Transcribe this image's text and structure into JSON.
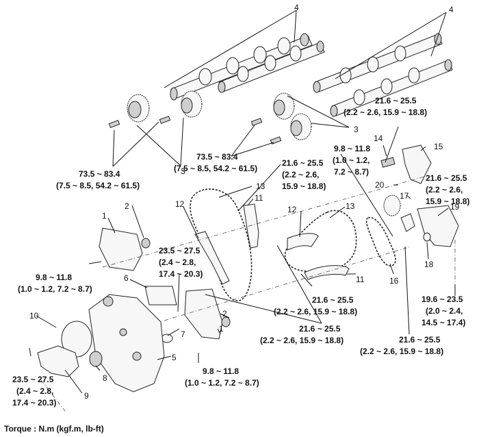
{
  "part_numbers": {
    "cam_left_label": "4",
    "cam_right_label": "4",
    "sprocket_left_label": "3",
    "sprocket_right_label": "3",
    "front_cover_label": "1",
    "front_cover_lower_label": "1",
    "seal_label": "2",
    "seal_lower_label": "2",
    "gasket_label": "6",
    "oring_label": "7",
    "oil_seal_label": "8",
    "water_pump_label": "9",
    "pump_gasket_label": "10",
    "guide_left_label": "11",
    "guide_right_label": "11",
    "tensioner_arm_left_label": "12",
    "tensioner_arm_right_label": "12",
    "chain_left_label": "13",
    "chain_right_label": "13",
    "auto_tensioner_label": "14",
    "bracket_label": "15",
    "chain_small_label": "16",
    "tensioner_small_label": "17",
    "plug_label": "18",
    "oil_pump_label": "19",
    "sprocket_small_label": "20",
    "timing_case_label": "5"
  },
  "torques": {
    "t_left_sprocket_1": "73.5 ~ 83.4",
    "t_left_sprocket_2": "(7.5 ~ 8.5, 54.2 ~ 61.5)",
    "t_right_sprocket_1": "73.5 ~ 83.4",
    "t_right_sprocket_2": "(7.5 ~ 8.5, 54.2 ~ 61.5)",
    "t_bracket_1": "21.6 ~ 25.5",
    "t_bracket_2": "(2.2 ~ 2.6, 15.9 ~ 18.8)",
    "t_tensioner_1": "9.8 ~ 11.8",
    "t_tensioner_2": "(1.0 ~ 1.2,",
    "t_tensioner_3": "7.2 ~ 8.7)",
    "t_guide_top_1": "21.6 ~ 25.5",
    "t_guide_top_2": "(2.2 ~ 2.6,",
    "t_guide_top_3": "15.9 ~ 18.8)",
    "t_bolt_right_1": "21.6 ~ 25.5",
    "t_bolt_right_2": "(2.2 ~ 2.6,",
    "t_bolt_right_3": "15.9 ~ 18.8)",
    "t_cover_mid_1": "23.5 ~ 27.5",
    "t_cover_mid_2": "(2.4 ~ 2.8,",
    "t_cover_mid_3": "17.4 ~ 20.3)",
    "t_cover_left_1": "9.8 ~ 11.8",
    "t_cover_left_2": "(1.0 ~ 1.2, 7.2 ~ 8.7)",
    "t_guide_11_1": "21.6 ~ 25.5",
    "t_guide_11_2": "(2.2 ~ 2.6, 15.9 ~ 18.8)",
    "t_center_1": "21.6 ~ 25.5",
    "t_center_2": "(2.2 ~ 2.6, 15.9 ~ 18.8)",
    "t_lower_right_1": "21.6 ~ 25.5",
    "t_lower_right_2": "(2.2 ~ 2.6, 15.9 ~ 18.8)",
    "t_pump_plug_1": "19.6 ~ 23.5",
    "t_pump_plug_2": "(2.0 ~ 2.4,",
    "t_pump_plug_3": "14.5 ~ 17.4)",
    "t_bottom_cover_1": "9.8 ~ 11.8",
    "t_bottom_cover_2": "(1.0 ~ 1.2, 7.2 ~ 8.7)",
    "t_water_pump_1": "23.5 ~ 27.5",
    "t_water_pump_2": "(2.4 ~ 2.8,",
    "t_water_pump_3": "17.4 ~ 20.3)"
  },
  "footer": {
    "torque_units": "Torque : N.m (kgf.m, lb-ft)"
  }
}
